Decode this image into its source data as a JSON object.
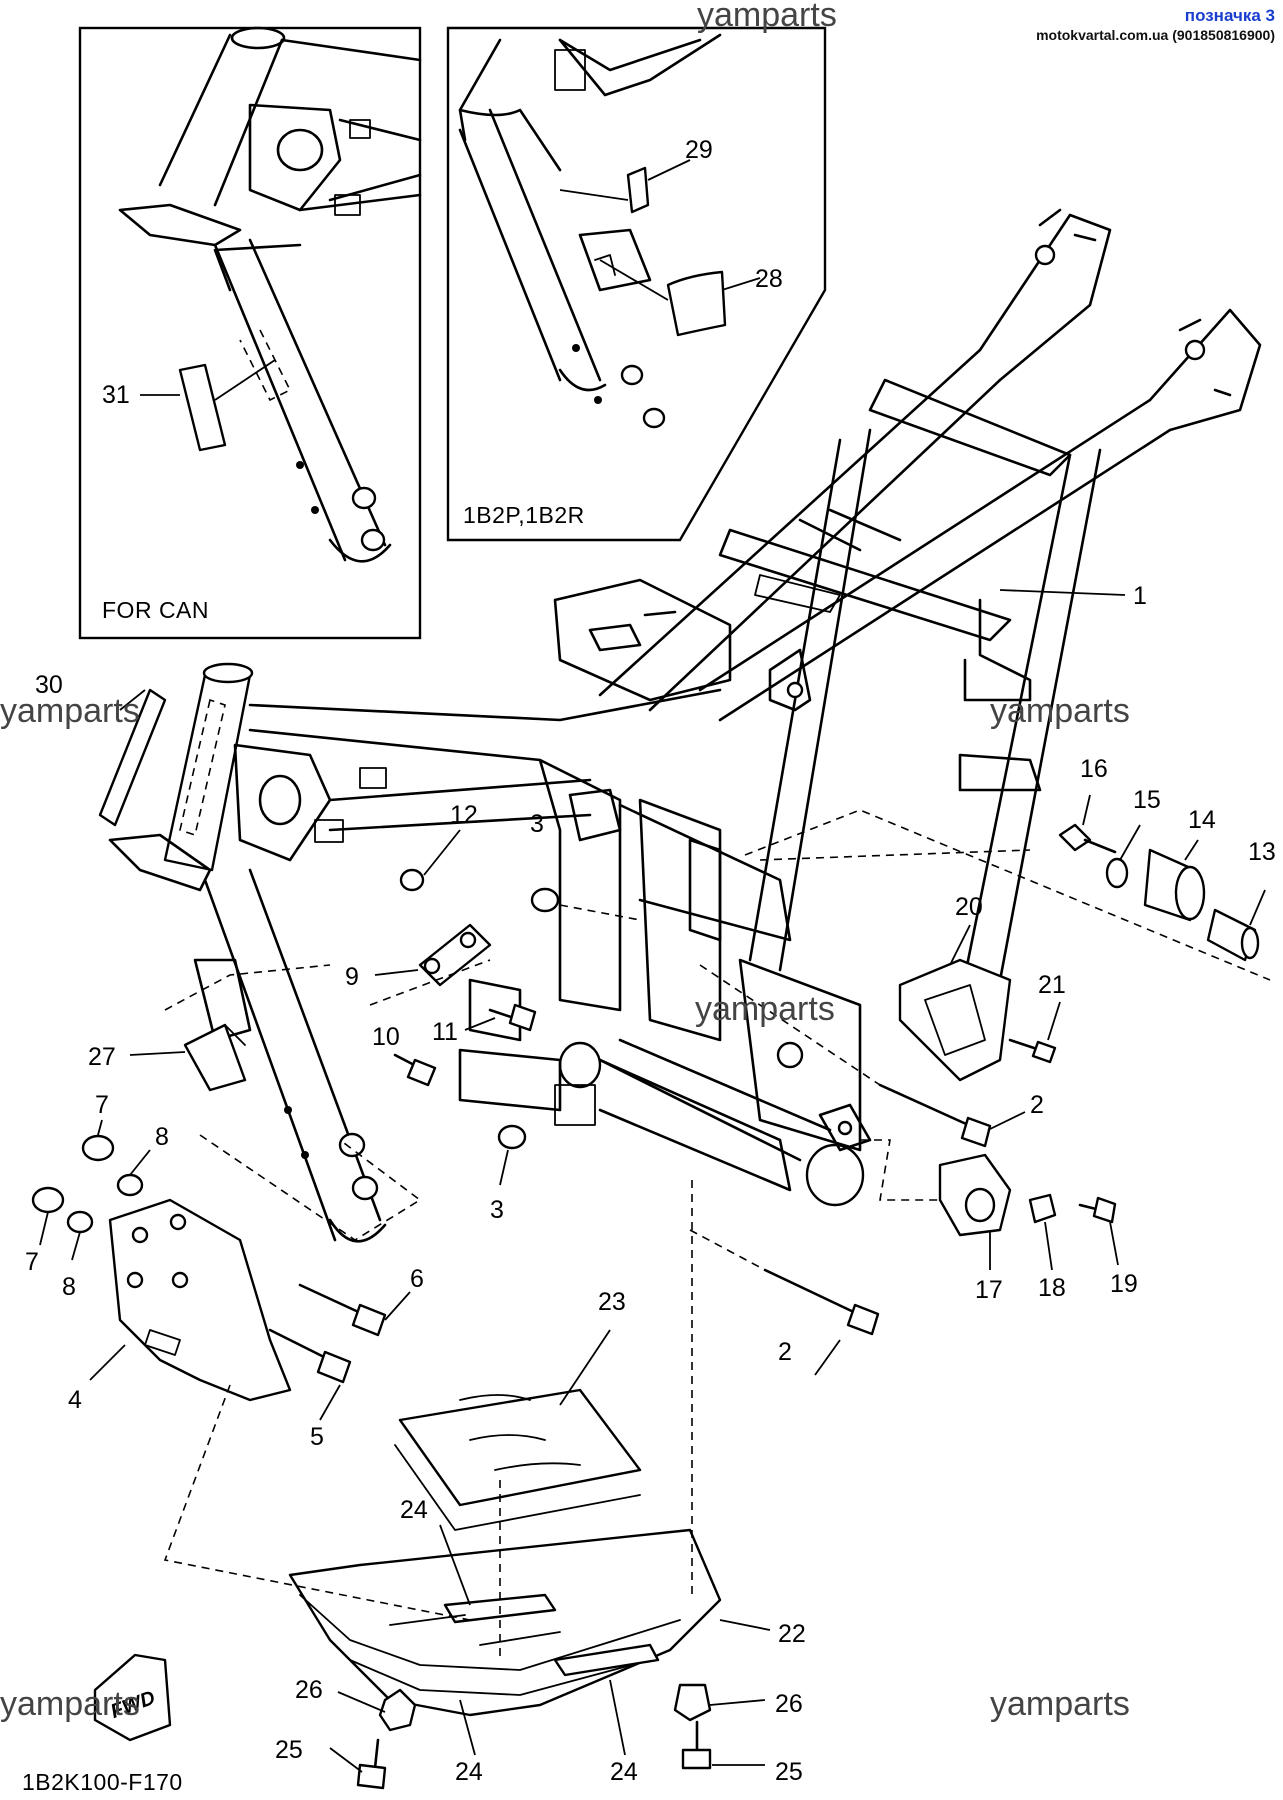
{
  "sticker": {
    "label": "позначка 3",
    "source": "motokvartal.com.ua (901850816900)"
  },
  "watermarks": [
    "yamparts",
    "yamparts",
    "yamparts",
    "yamparts",
    "yamparts",
    "yamparts"
  ],
  "insets": {
    "can": {
      "caption": "FOR CAN",
      "callouts": [
        "31"
      ]
    },
    "variant": {
      "caption": "1B2P,1B2R",
      "callouts": [
        "29",
        "28"
      ]
    }
  },
  "callouts": [
    "1",
    "2",
    "2",
    "3",
    "3",
    "4",
    "5",
    "6",
    "7",
    "7",
    "8",
    "8",
    "9",
    "10",
    "11",
    "12",
    "13",
    "14",
    "15",
    "16",
    "17",
    "18",
    "19",
    "20",
    "21",
    "22",
    "23",
    "24",
    "24",
    "24",
    "25",
    "25",
    "26",
    "26",
    "27",
    "30"
  ],
  "fwd_badge": "FWD",
  "diagram_code": "1B2K100-F170"
}
